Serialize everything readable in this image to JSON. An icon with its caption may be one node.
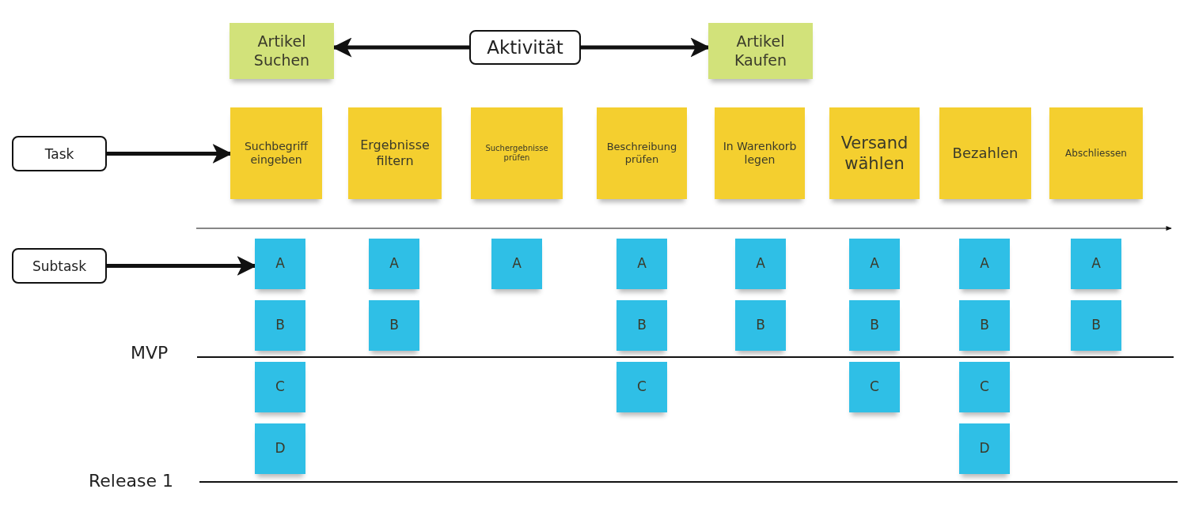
{
  "diagram": {
    "nodes": [
      {
        "text": [
          "Artikel Suchen"
        ]
      },
      {
        "text": [
          "Aktivität"
        ]
      },
      {
        "text": [
          "Artikel Kaufen"
        ]
      },
      {
        "text": [
          "Task"
        ]
      },
      {
        "text": [
          "Suchbegriff eingeben"
        ]
      },
      {
        "text": [
          "Ergebnisse filtern"
        ]
      },
      {
        "text": [
          "Suchergebnisse prüfen"
        ]
      },
      {
        "text": [
          "Beschreibung prüfen"
        ]
      },
      {
        "text": [
          "In Warenkorb legen"
        ]
      },
      {
        "text": [
          "Versand wählen"
        ]
      },
      {
        "text": [
          "Bezahlen"
        ]
      },
      {
        "text": [
          "Abschliessen"
        ]
      },
      {
        "text": [
          "Subtask"
        ]
      },
      {
        "text": [
          "A"
        ]
      },
      {
        "text": [
          "A"
        ]
      },
      {
        "text": [
          "A"
        ]
      },
      {
        "text": [
          "A"
        ]
      },
      {
        "text": [
          "A"
        ]
      },
      {
        "text": [
          "A"
        ]
      },
      {
        "text": [
          "A"
        ]
      },
      {
        "text": [
          "A"
        ]
      },
      {
        "text": [
          "B"
        ]
      },
      {
        "text": [
          "B"
        ]
      },
      {
        "text": [
          "B"
        ]
      },
      {
        "text": [
          "B"
        ]
      },
      {
        "text": [
          "B"
        ]
      },
      {
        "text": [
          "B"
        ]
      },
      {
        "text": [
          "B"
        ]
      },
      {
        "text": [
          "C"
        ]
      },
      {
        "text": [
          "C"
        ]
      },
      {
        "text": [
          "C"
        ]
      },
      {
        "text": [
          "C"
        ]
      },
      {
        "text": [
          "D"
        ]
      },
      {
        "text": [
          "D"
        ]
      }
    ],
    "edges": [
      {
        "from": 1,
        "to": 0,
        "arrow": "to"
      },
      {
        "from": 1,
        "to": 2,
        "arrow": "to"
      },
      {
        "from": 3,
        "to": 4,
        "arrow": "to"
      },
      {
        "from": 12,
        "to": 13,
        "arrow": "to"
      }
    ],
    "labels": [
      "MVP",
      "Release 1"
    ]
  }
}
